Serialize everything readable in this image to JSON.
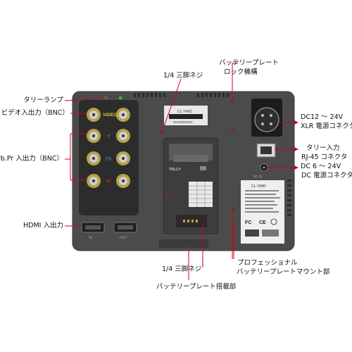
{
  "labels": {
    "tally_lamp": "タリーランプ",
    "video_io": "ビデオ入出力（BNC）",
    "ypbpr_io": "Y.Pb.Pr 入出力（BNC）",
    "hdmi_in": "HDMI 入出力",
    "tripod_top": "1/4 三脚ネジ",
    "battery_lock_1": "バッテリープレート",
    "battery_lock_2": "ロック機構",
    "dc_xlr_1": "DC12 〜 24V",
    "dc_xlr_2": "XLR 電源コネクタ",
    "tally_in_1": "タリー入力",
    "tally_in_2": "RJ-45 コネクタ",
    "dc_in_1": "DC 6 〜 24V",
    "dc_in_2": "DC 電源コネクタ",
    "pro_mount_1": "プロフェッショナル",
    "pro_mount_2": "バッテリープレートマウント部",
    "tripod_bottom": "1/4 三脚ネジ",
    "battery_mount": "バッテリープレート搭載部"
  },
  "device": {
    "model_label": "CL-74HD",
    "serial": "20120020415",
    "panel_labels": {
      "video": "VIDEO",
      "y": "Y",
      "pb": "Pb",
      "pr": "Pr"
    },
    "tally_text": "TALLY",
    "hdmi_labels": {
      "in": "IN",
      "out": "OUT"
    },
    "dc_label": "DC IN",
    "spec_title": "CL-74HD",
    "spec_badges": {
      "fcc": "FC",
      "ce": "CE"
    }
  },
  "colors": {
    "body": "#4a4a4a",
    "panel": "#2e2e2e",
    "leader": "#d0021b",
    "video_label": "#e2c23a",
    "y_label": "#57b64a",
    "pb_label": "#3a7fd5",
    "pr_label": "#d9342b",
    "tally_led": "#3fbf3f"
  }
}
